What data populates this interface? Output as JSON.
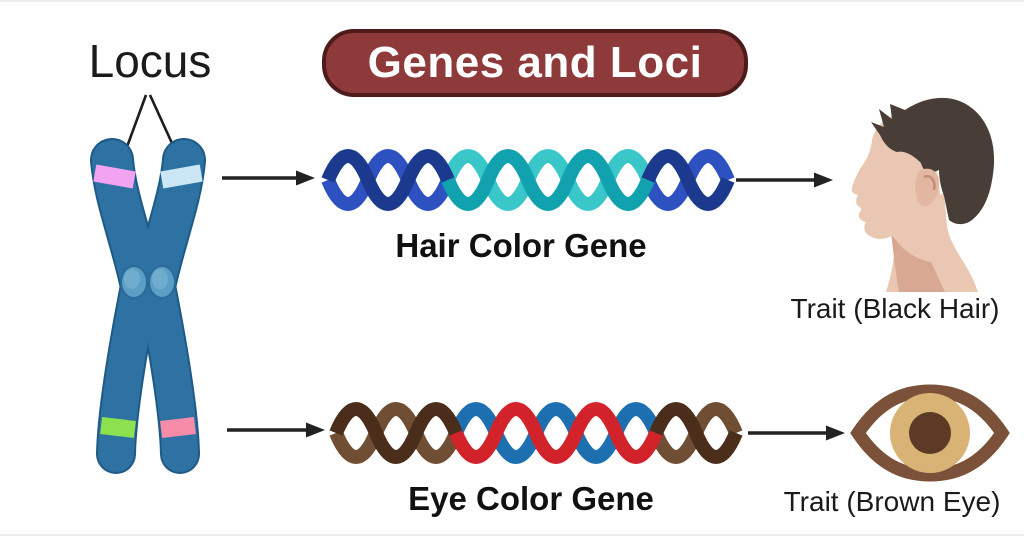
{
  "title": "Genes and Loci",
  "locus_label": "Locus",
  "genes": [
    {
      "name": "Hair Color Gene",
      "trait": "Trait (Black Hair)"
    },
    {
      "name": "Eye Color Gene",
      "trait": "Trait (Brown Eye)"
    }
  ],
  "icons": {
    "chromosome": "x-chromosome-icon",
    "hair_dna": "dna-helix-icon",
    "eye_dna": "dna-helix-icon",
    "head": "male-profile-head-icon",
    "eye": "brown-eye-icon"
  },
  "colors": {
    "title_background": "#8e3a3a",
    "title_border": "#4e1b1b",
    "title_text": "#ffffff",
    "chromosome_blue": "#2e72a3",
    "chromosome_outline": "#1e5a85",
    "centromere": "#5c9fc4",
    "band_violet": "#f2a4f2",
    "band_light_blue": "#cbe6f5",
    "band_green": "#8de14e",
    "band_pink": "#f78ca8",
    "dna1_navy": "#1b3a8e",
    "dna1_royal": "#2e51c2",
    "dna1_teal_dark": "#12a1ae",
    "dna1_teal_light": "#3ac7c9",
    "dna2_dark_brown": "#4b2d1b",
    "dna2_mid_brown": "#6f4e34",
    "dna2_red": "#d2232a",
    "dna2_blue": "#1e6fb0",
    "skin": "#eac7b2",
    "skin_shadow": "#d9a893",
    "hair": "#483d37",
    "eye_outline": "#7b5239",
    "eye_iris": "#d9b275",
    "eye_pupil": "#5d3a25",
    "arrow": "#222222",
    "text": "#161616"
  }
}
